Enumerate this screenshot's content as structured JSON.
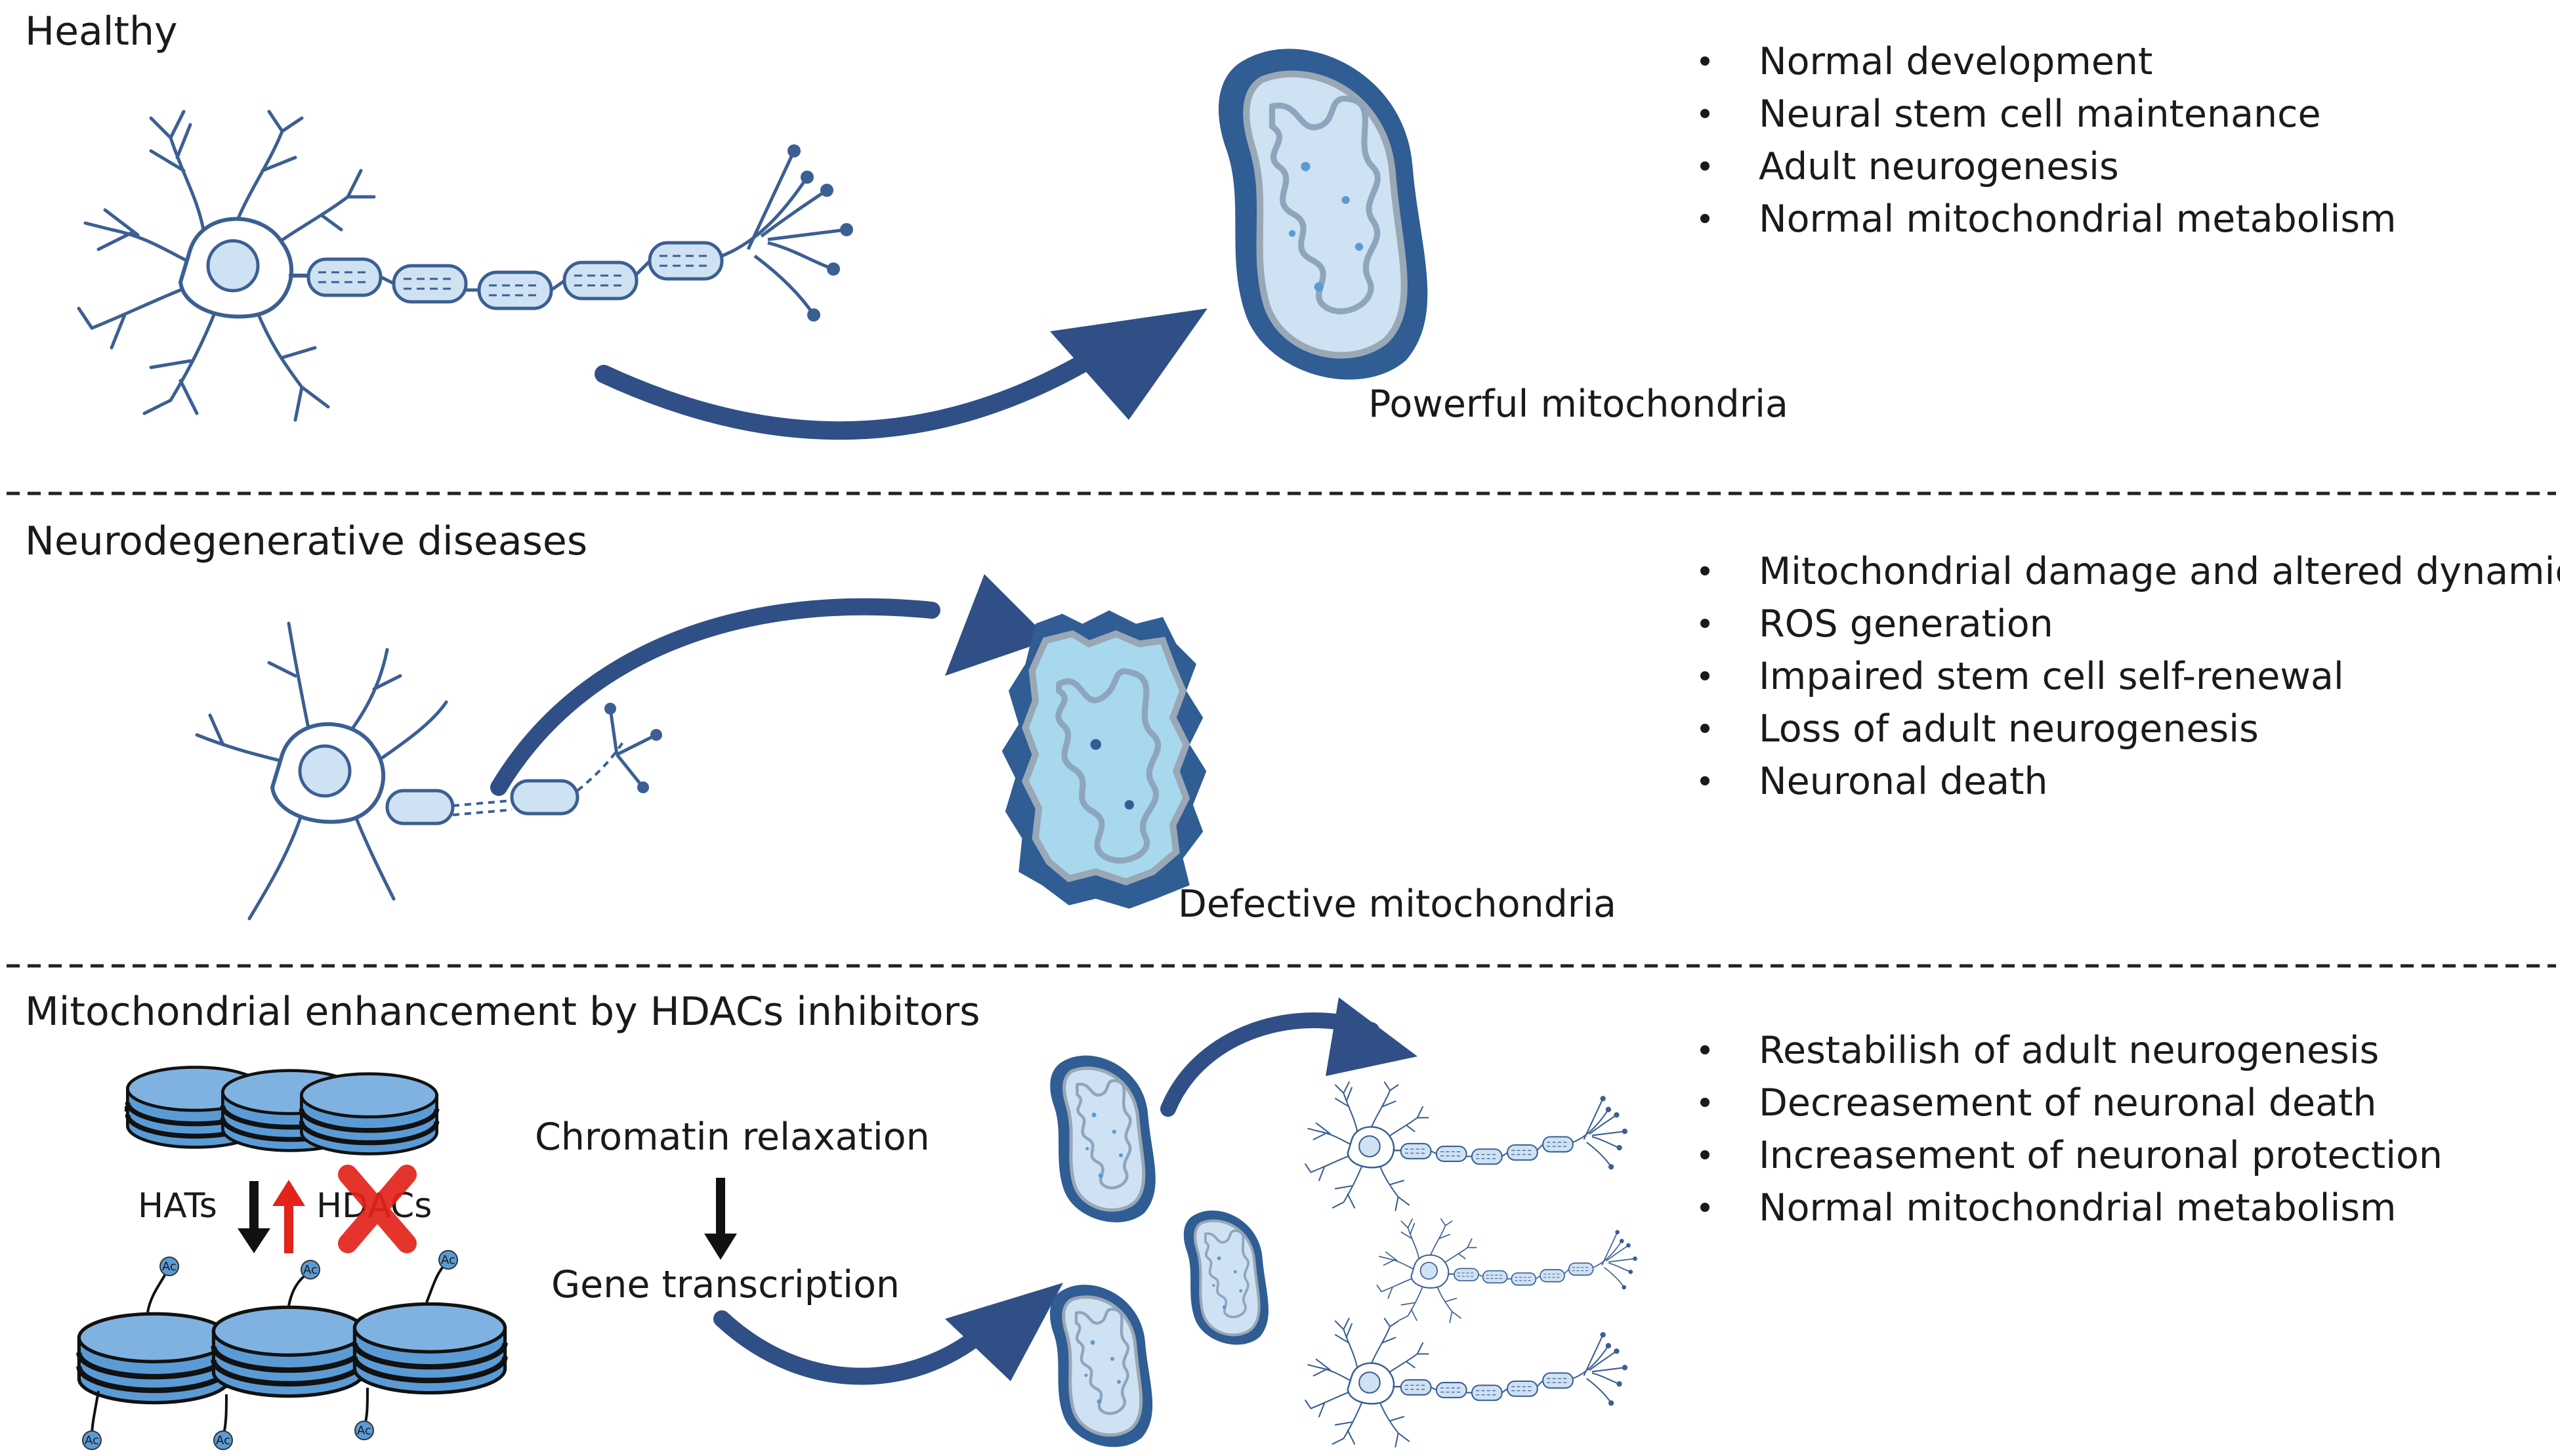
{
  "colors": {
    "navy": "#2f4f86",
    "line_blue": "#3b5f93",
    "pale_blue": "#cfe2f3",
    "mid_blue": "#5b9bd5",
    "inhibit_red": "#e3231b"
  },
  "icons": {
    "neuron": "neuron-icon",
    "mitochondrion": "mitochondrion-icon",
    "nucleosome": "nucleosome-icon",
    "arrow": "curved-arrow-icon",
    "cross": "cross-icon"
  },
  "sections": {
    "healthy": {
      "title": "Healthy",
      "caption": "Powerful mitochondria",
      "bullets": [
        "Normal development",
        "Neural stem cell maintenance",
        "Adult neurogenesis",
        "Normal mitochondrial metabolism"
      ]
    },
    "disease": {
      "title": "Neurodegenerative diseases",
      "caption": "Defective mitochondria",
      "bullets": [
        "Mitochondrial damage and altered dynamics",
        "ROS generation",
        "Impaired stem cell self-renewal",
        "Loss of adult neurogenesis",
        "Neuronal death"
      ]
    },
    "treatment": {
      "title": "Mitochondrial enhancement by HDACs inhibitors",
      "hats_label": "HATs",
      "hdacs_label": "HDACs",
      "chromatin_label": "Chromatin relaxation",
      "gene_label": "Gene transcription",
      "acetyl_mark": "Ac",
      "bullets": [
        "Restabilish of adult neurogenesis",
        "Decreasement of neuronal death",
        "Increasement of neuronal protection",
        "Normal mitochondrial metabolism"
      ]
    }
  }
}
